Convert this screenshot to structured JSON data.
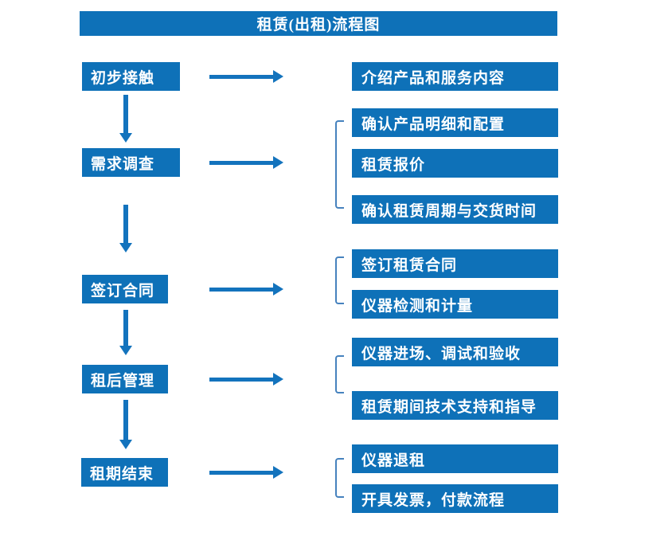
{
  "title": "租赁(出租)流程图",
  "colors": {
    "box": "#0e71b8",
    "arrow": "#1373bd",
    "bracket": "#4682be",
    "text": "#ffffff"
  },
  "flow": [
    {
      "step": "初步接触",
      "details": [
        "介绍产品和服务内容"
      ]
    },
    {
      "step": "需求调查",
      "details": [
        "确认产品明细和配置",
        "租赁报价",
        "确认租赁周期与交货时间"
      ]
    },
    {
      "step": "签订合同",
      "details": [
        "签订租赁合同",
        "仪器检测和计量"
      ]
    },
    {
      "step": "租后管理",
      "details": [
        "仪器进场、调试和验收",
        "租赁期间技术支持和指导"
      ]
    },
    {
      "step": "租期结束",
      "details": [
        "仪器退租",
        "开具发票，付款流程"
      ]
    }
  ]
}
